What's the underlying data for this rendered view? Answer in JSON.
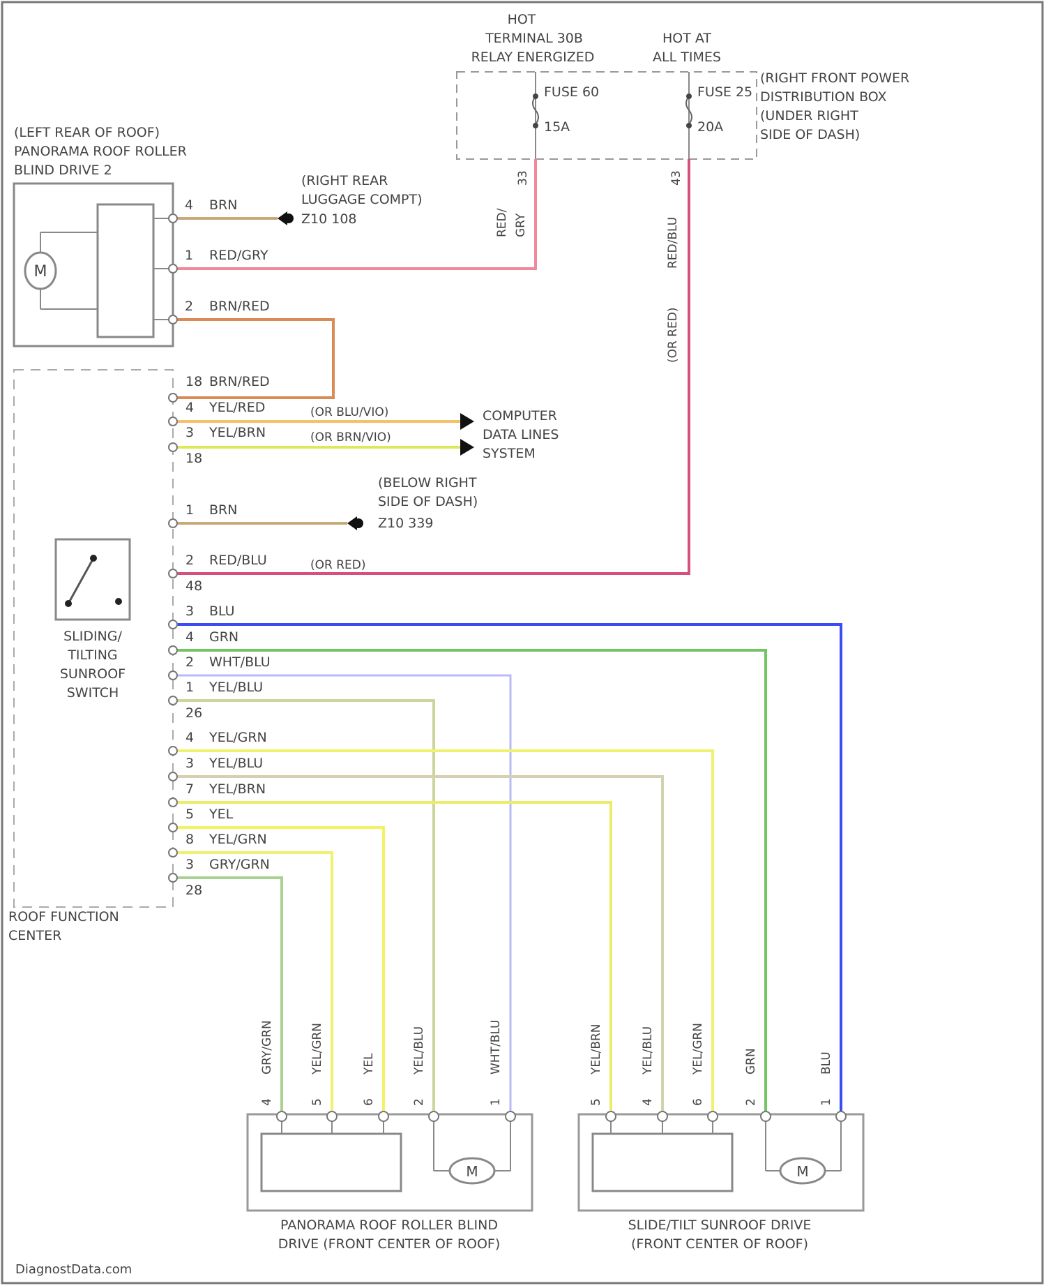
{
  "header": {
    "hot_terminal_lines": [
      "HOT",
      "TERMINAL 30B",
      "RELAY ENERGIZED"
    ],
    "hot_always_lines": [
      "HOT AT",
      "ALL TIMES"
    ],
    "fuse_left": {
      "name": "FUSE 60",
      "rating": "15A",
      "pin": "33"
    },
    "fuse_right": {
      "name": "FUSE 25",
      "rating": "20A",
      "pin": "43"
    },
    "power_box_lines": [
      "(RIGHT FRONT POWER",
      "DISTRIBUTION BOX",
      "(UNDER RIGHT",
      "SIDE OF DASH)"
    ]
  },
  "components": {
    "roller_blind_drive_2_lines": [
      "(LEFT REAR OF ROOF)",
      "PANORAMA ROOF ROLLER",
      "BLIND DRIVE 2"
    ],
    "motor_symbol": "M",
    "roof_function_center_lines": [
      "ROOF FUNCTION",
      "CENTER"
    ],
    "sunroof_switch_lines": [
      "SLIDING/",
      "TILTING",
      "SUNROOF",
      "SWITCH"
    ],
    "roller_blind_drive_lines": [
      "PANORAMA ROOF ROLLER BLIND",
      "DRIVE (FRONT CENTER OF ROOF)"
    ],
    "slide_tilt_drive_lines": [
      "SLIDE/TILT SUNROOF DRIVE",
      "(FRONT CENTER OF ROOF)"
    ]
  },
  "grounds": {
    "rear": {
      "lines": [
        "(RIGHT REAR",
        "LUGGAGE COMPT)"
      ],
      "id": "Z10 108"
    },
    "dash": {
      "lines": [
        "(BELOW RIGHT",
        "SIDE OF DASH)"
      ],
      "id": "Z10 339"
    }
  },
  "data_lines_lines": [
    "COMPUTER",
    "DATA LINES",
    "SYSTEM"
  ],
  "vertical_wire_labels": {
    "fuse60_wire": [
      "RED/",
      "GRY"
    ],
    "fuse25_wire": "RED/BLU",
    "fuse25_alt": "(OR RED)"
  },
  "drive2_pins": [
    {
      "pin": "4",
      "color_code": "BRN"
    },
    {
      "pin": "1",
      "color_code": "RED/GRY"
    },
    {
      "pin": "2",
      "color_code": "BRN/RED"
    }
  ],
  "connector_groups": [
    {
      "connector": "18",
      "pins": [
        {
          "pin": "18",
          "color_code": "BRN/RED",
          "alt": ""
        },
        {
          "pin": "4",
          "color_code": "YEL/RED",
          "alt": "(OR BLU/VIO)"
        },
        {
          "pin": "3",
          "color_code": "YEL/BRN",
          "alt": "(OR BRN/VIO)"
        }
      ]
    },
    {
      "connector": "48",
      "pins": [
        {
          "pin": "1",
          "color_code": "BRN",
          "alt": ""
        },
        {
          "pin": "2",
          "color_code": "RED/BLU",
          "alt": "(OR RED)"
        }
      ]
    },
    {
      "connector": "26",
      "pins": [
        {
          "pin": "3",
          "color_code": "BLU",
          "alt": ""
        },
        {
          "pin": "4",
          "color_code": "GRN",
          "alt": ""
        },
        {
          "pin": "2",
          "color_code": "WHT/BLU",
          "alt": ""
        },
        {
          "pin": "1",
          "color_code": "YEL/BLU",
          "alt": ""
        }
      ]
    },
    {
      "connector": "28",
      "pins": [
        {
          "pin": "4",
          "color_code": "YEL/GRN",
          "alt": ""
        },
        {
          "pin": "3",
          "color_code": "YEL/BLU",
          "alt": ""
        },
        {
          "pin": "7",
          "color_code": "YEL/BRN",
          "alt": ""
        },
        {
          "pin": "5",
          "color_code": "YEL",
          "alt": ""
        },
        {
          "pin": "8",
          "color_code": "YEL/GRN",
          "alt": ""
        },
        {
          "pin": "3",
          "color_code": "GRY/GRN",
          "alt": ""
        }
      ]
    }
  ],
  "roller_drive_pins": [
    {
      "pin": "4",
      "color_code": "GRY/GRN"
    },
    {
      "pin": "5",
      "color_code": "YEL/GRN"
    },
    {
      "pin": "6",
      "color_code": "YEL"
    },
    {
      "pin": "2",
      "color_code": "YEL/BLU"
    },
    {
      "pin": "1",
      "color_code": "WHT/BLU"
    }
  ],
  "slide_drive_pins": [
    {
      "pin": "5",
      "color_code": "YEL/BRN"
    },
    {
      "pin": "4",
      "color_code": "YEL/BLU"
    },
    {
      "pin": "6",
      "color_code": "YEL/GRN"
    },
    {
      "pin": "2",
      "color_code": "GRN"
    },
    {
      "pin": "1",
      "color_code": "BLU"
    }
  ],
  "wire_colors": {
    "RED": "#f0899b",
    "RED_BLU": "#d6507f",
    "BRN": "#c8a97a",
    "BRN_RED": "#d98a55",
    "YEL_RED": "#f7c06a",
    "YEL_BRN": "#dcea55",
    "BLU": "#3b4cf5",
    "GRN": "#74c466",
    "WHT_BLU": "#b9b9f7",
    "YEL_BLU": "#cfd49a",
    "YEL_GRN": "#eef26e",
    "YEL": "#f2f262",
    "YEL_BRN2": "#ecec6c",
    "GRY_GRN": "#a9d192",
    "YEL_BLU2": "#d2d2b0"
  },
  "footer": {
    "watermark": "DiagnostData.com"
  }
}
